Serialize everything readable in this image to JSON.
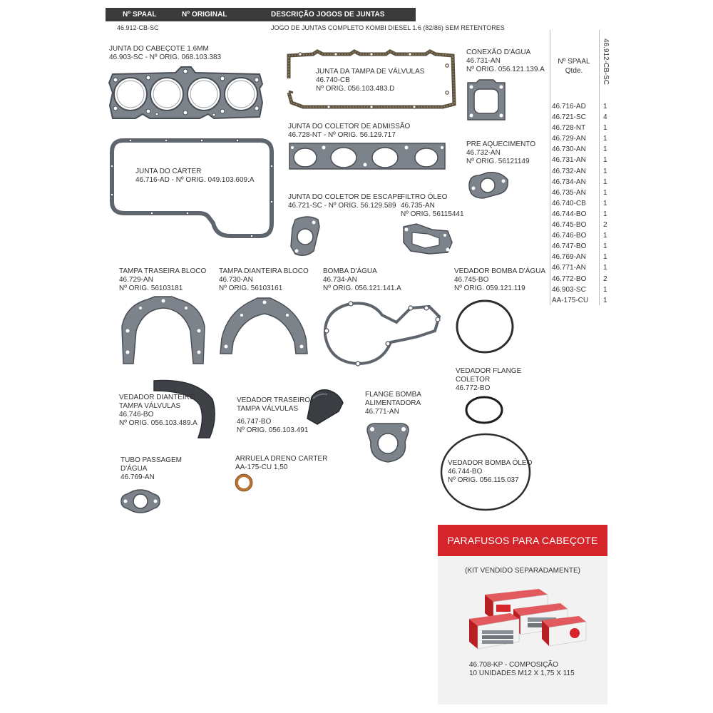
{
  "header": {
    "col_spaal": "Nº SPAAL",
    "col_original": "Nº ORIGINAL",
    "col_desc": "DESCRIÇÃO JOGOS DE JUNTAS"
  },
  "kit_row": {
    "code": "46.912-CB-SC",
    "description": "JOGO DE JUNTAS COMPLETO KOMBI DIESEL 1.6 (82/86) SEM RETENTORES"
  },
  "parts": {
    "cabecote": {
      "name": "JUNTA DO CABEÇOTE 1.6MM",
      "ref": "46.903-SC - Nº ORIG. 068.103.383"
    },
    "tampa_valvulas": {
      "name": "JUNTA DA TAMPA DE VÁLVULAS",
      "code": "46.740-CB",
      "orig": "Nº ORIG. 056.103.483.D"
    },
    "conexao_agua": {
      "name": "CONEXÃO D'ÁGUA",
      "code": "46.731-AN",
      "orig": "Nº ORIG. 056.121.139.A"
    },
    "carter": {
      "name": "JUNTA DO CÁRTER",
      "ref": "46.716-AD - Nº ORIG. 049.103.609.A"
    },
    "coletor_admissao": {
      "name": "JUNTA DO COLETOR DE ADMISSÃO",
      "ref": "46.728-NT - Nº ORIG. 56.129.717"
    },
    "pre_aquecimento": {
      "name": "PRE AQUECIMENTO",
      "code": "46.732-AN",
      "orig": "Nº ORIG. 56121149"
    },
    "coletor_escape": {
      "name": "JUNTA DO COLETOR DE ESCAPE",
      "ref": "46.721-SC - Nº ORIG. 56.129.589"
    },
    "filtro_oleo": {
      "name": "FILTRO ÓLEO",
      "code": "46.735-AN",
      "orig": "Nº ORIG. 56115441"
    },
    "tampa_traseira": {
      "name": "TAMPA TRASEIRA BLOCO",
      "code": "46.729-AN",
      "orig": "Nº ORIG. 56103181"
    },
    "tampa_dianteira": {
      "name": "TAMPA DIANTEIRA BLOCO",
      "code": "46.730-AN",
      "orig": "Nº ORIG. 56103161"
    },
    "bomba_agua": {
      "name": "BOMBA D'ÁGUA",
      "code": "46.734-AN",
      "orig": "Nº ORIG. 056.121.141.A"
    },
    "vedador_bomba_agua": {
      "name": "VEDADOR BOMBA D'ÁGUA",
      "code": "46.745-BO",
      "orig": "Nº ORIG. 059.121.119"
    },
    "vedador_flange": {
      "name1": "VEDADOR FLANGE",
      "name2": "COLETOR",
      "code": "46.772-BO"
    },
    "vedador_dianteiro": {
      "name1": "VEDADOR DIANTEIRO",
      "name2": "TAMPA VÁLVULAS",
      "code": "46.746-BO",
      "orig": "Nº ORIG. 056.103.489.A"
    },
    "vedador_traseiro": {
      "name1": "VEDADOR TRASEIRO",
      "name2": "TAMPA VÁLVULAS",
      "code": "46.747-BO",
      "orig": "Nº ORIG. 056.103.491"
    },
    "flange_bomba": {
      "name1": "FLANGE BOMBA",
      "name2": "ALIMENTADORA",
      "code": "46.771-AN"
    },
    "vedador_bomba_oleo": {
      "name": "VEDADOR BOMBA ÓLEO",
      "code": "46.744-BO",
      "orig": "Nº ORIG. 056.115.037"
    },
    "tubo_passagem": {
      "name1": "TUBO PASSAGEM",
      "name2": "D'ÁGUA",
      "code": "46.769-AN"
    },
    "arruela": {
      "name": "ARRUELA DRENO CARTER",
      "ref": "AA-175-CU 1,50"
    }
  },
  "side_table": {
    "kit_code_vertical": "46.912-CB-SC",
    "title1": "Nº SPAAL",
    "title2": "Qtde.",
    "rows": [
      {
        "code": "46.716-AD",
        "qty": "1"
      },
      {
        "code": "46.721-SC",
        "qty": "4"
      },
      {
        "code": "46.728-NT",
        "qty": "1"
      },
      {
        "code": "46.729-AN",
        "qty": "1"
      },
      {
        "code": "46.730-AN",
        "qty": "1"
      },
      {
        "code": "46.731-AN",
        "qty": "1"
      },
      {
        "code": "46.732-AN",
        "qty": "1"
      },
      {
        "code": "46.734-AN",
        "qty": "1"
      },
      {
        "code": "46.735-AN",
        "qty": "1"
      },
      {
        "code": "46.740-CB",
        "qty": "1"
      },
      {
        "code": "46.744-BO",
        "qty": "1"
      },
      {
        "code": "46.745-BO",
        "qty": "2"
      },
      {
        "code": "46.746-BO",
        "qty": "1"
      },
      {
        "code": "46.747-BO",
        "qty": "1"
      },
      {
        "code": "46.769-AN",
        "qty": "1"
      },
      {
        "code": "46.771-AN",
        "qty": "1"
      },
      {
        "code": "46.772-BO",
        "qty": "2"
      },
      {
        "code": "46.903-SC",
        "qty": "1"
      },
      {
        "code": "AA-175-CU",
        "qty": "1"
      }
    ]
  },
  "promo": {
    "title": "PARAFUSOS PARA CABEÇOTE",
    "subtitle": "(KIT VENDIDO SEPARADAMENTE)",
    "line1": "46.708-KP  - COMPOSIÇÃO",
    "line2": "10 UNIDADES M12 X 1,75 X 115",
    "brand_color": "#d6252a"
  },
  "colors": {
    "gasket": "#5a6068",
    "gasket_fill": "#8a9097",
    "header_bg": "#3a3a3a"
  }
}
